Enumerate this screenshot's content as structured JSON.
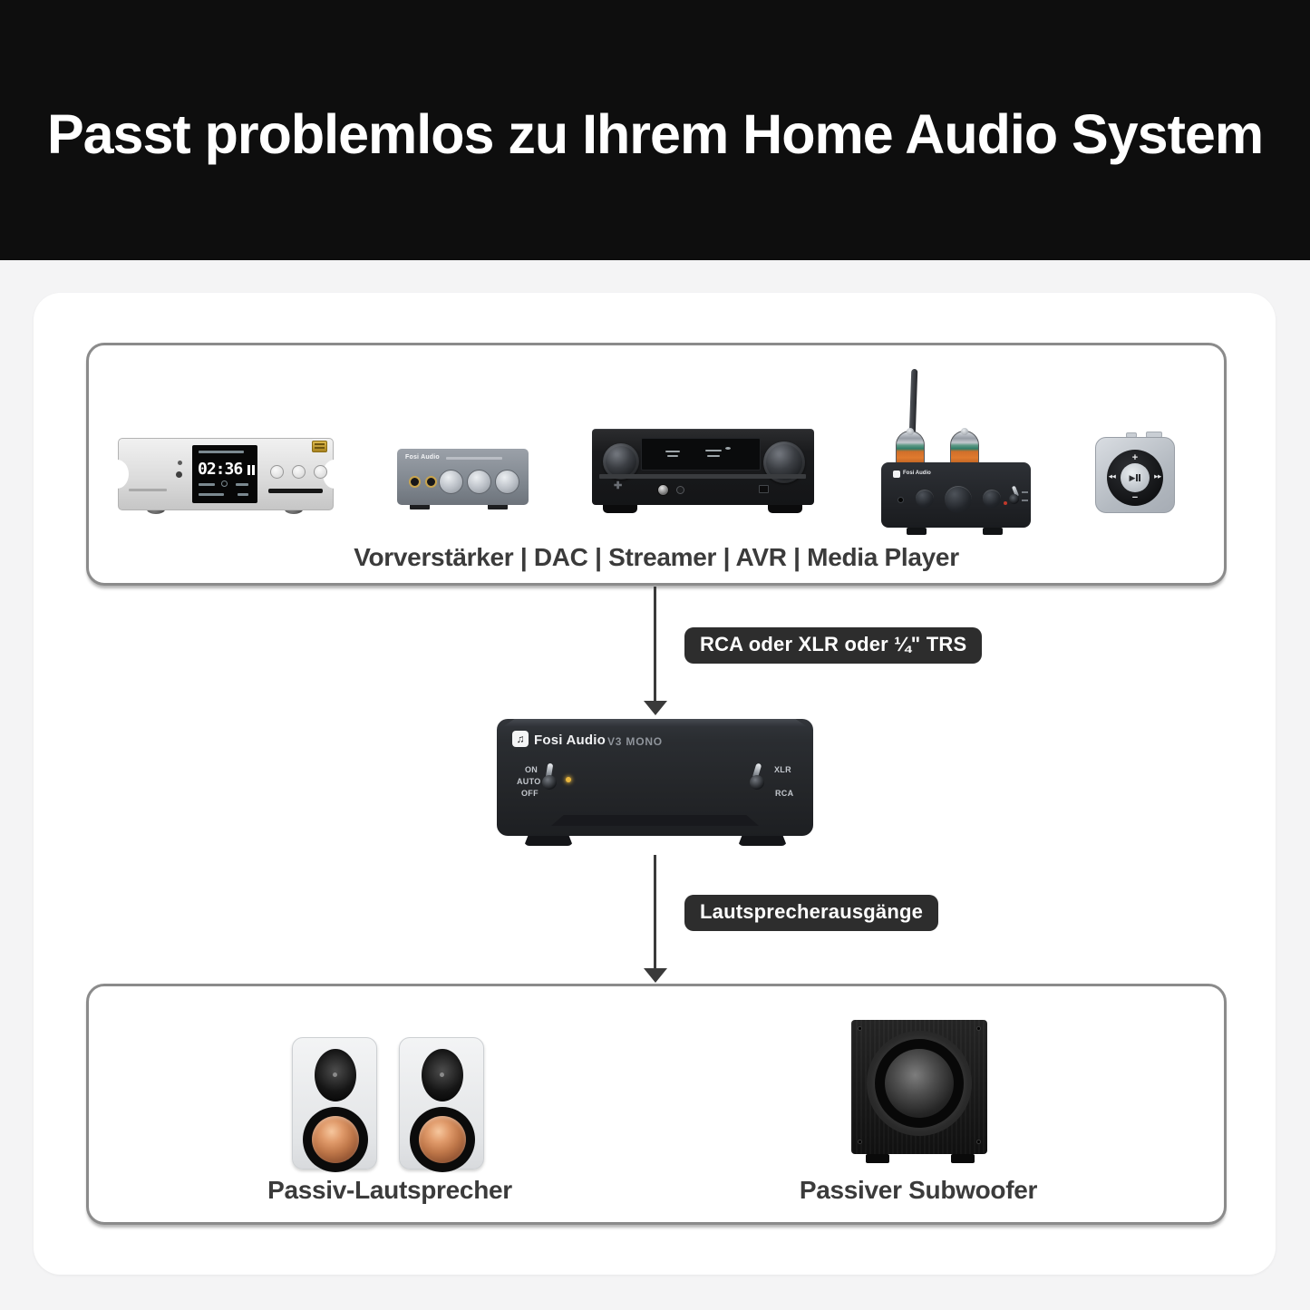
{
  "title": "Passt problemlos zu Ihrem Home Audio System",
  "sources": {
    "caption": "Vorverstärker | DAC | Streamer | AVR | Media Player",
    "media_player_time": "02:36",
    "dac_brand": "Fosi Audio",
    "tube_amp_brand": "Fosi Audio"
  },
  "flow": {
    "input_connection_label": "RCA oder XLR oder ¼\" TRS",
    "output_connection_label": "Lautsprecherausgänge"
  },
  "amplifier": {
    "brand": "Fosi Audio",
    "model": "V3 MONO",
    "logo_glyph": "♫",
    "power_switch_labels": [
      "ON",
      "AUTO",
      "OFF"
    ],
    "input_switch_labels": [
      "XLR",
      "RCA"
    ]
  },
  "outputs": {
    "speakers_caption": "Passiv-Lautsprecher",
    "subwoofer_caption": "Passiver Subwoofer"
  },
  "ipod": {
    "plus": "+",
    "minus": "−",
    "prev": "◀◀",
    "next": "▶▶",
    "play": "▶"
  },
  "avr": {
    "pad_glyph": "✚"
  },
  "colors": {
    "header_bg": "#0e0e0e",
    "page_bg": "#f4f4f5",
    "card_bg": "#ffffff",
    "box_border": "#8b8b8b",
    "badge_bg": "#2d2d2d",
    "arrow": "#3a3a3a",
    "caption_text": "#3b3b3b",
    "led_amber": "#e9b63e",
    "woofer_copper": "#cf8355"
  }
}
